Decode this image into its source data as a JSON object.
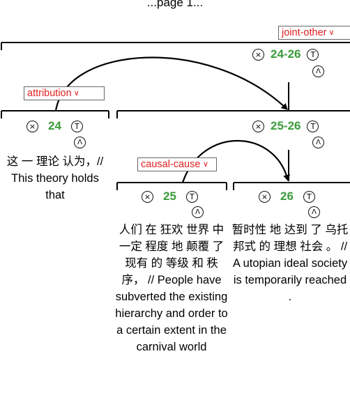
{
  "page": {
    "top_text": "...page 1..."
  },
  "icons": {
    "x_glyph": "×",
    "t_glyph": "T",
    "up_glyph": "Λ"
  },
  "relations": {
    "joint_other": "joint-other",
    "attribution": "attribution",
    "causal_cause": "causal-cause"
  },
  "nodes": {
    "n24_26": {
      "id": "24-26"
    },
    "n24": {
      "id": "24"
    },
    "n25_26": {
      "id": "25-26"
    },
    "n25": {
      "id": "25"
    },
    "n26": {
      "id": "26"
    }
  },
  "segments": {
    "s24": "这 一 理论 认为，// This theory holds that",
    "s25": "人们 在 狂欢 世界 中 一定 程度 地 颠覆 了 现有 的 等级 和 秩序， // People have subverted the existing hierarchy and order to a certain extent in the carnival world",
    "s26": "暂时性 地 达到 了 乌托邦式 的 理想 社会 。 // A utopian ideal society is temporarily reached ."
  },
  "colors": {
    "relation_text": "#e02020",
    "span_id": "#3a9a3a",
    "arc": "#000000",
    "line": "#000000"
  }
}
